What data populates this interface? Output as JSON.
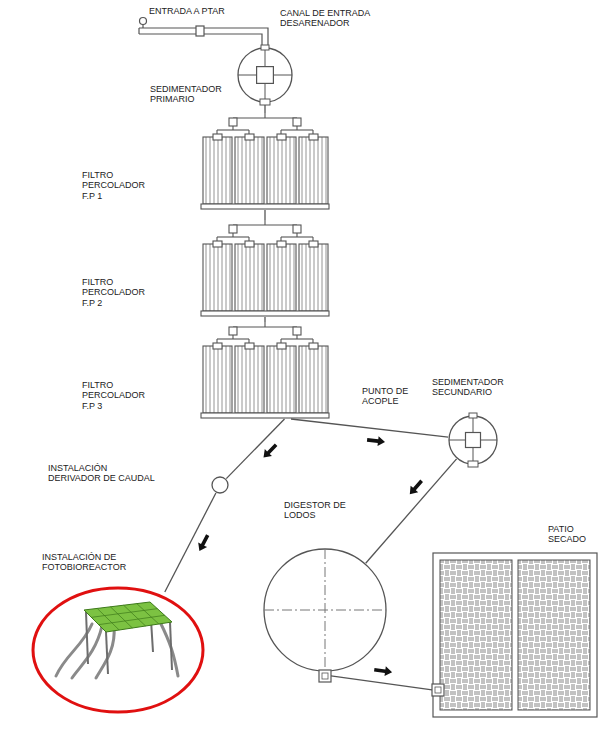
{
  "diagram": {
    "nodes": [
      {
        "text": [
          "SEDIMENTADOR PRIMARIO"
        ]
      },
      {
        "text": [
          "FILTRO PERCOLADOR F.P 1"
        ]
      },
      {
        "text": [
          "FILTRO PERCOLADOR F.P 2"
        ]
      },
      {
        "text": [
          "FILTRO PERCOLADOR F.P 3"
        ]
      },
      {
        "text": [
          "SEDIMENTADOR SECUNDARIO"
        ]
      },
      {
        "text": [
          "INSTALACIÓN DERIVADOR DE CAUDAL"
        ]
      },
      {
        "text": [
          "INSTALACIÓN DE FOTOBIOREACTOR"
        ]
      },
      {
        "text": [
          "DIGESTOR DE LODOS"
        ]
      },
      {
        "text": [
          "PATIO SECADO"
        ]
      }
    ],
    "edges": [
      {
        "from": 0,
        "to": 1,
        "arrow": "none"
      },
      {
        "from": 1,
        "to": 2,
        "arrow": "none"
      },
      {
        "from": 2,
        "to": 3,
        "arrow": "none"
      },
      {
        "from": 3,
        "to": 4,
        "arrow": "to"
      },
      {
        "from": 3,
        "to": 5,
        "arrow": "to"
      },
      {
        "from": 5,
        "to": 6,
        "arrow": "to"
      },
      {
        "from": 4,
        "to": 7,
        "arrow": "to"
      },
      {
        "from": 7,
        "to": 8,
        "arrow": "to"
      }
    ],
    "labels": [
      "ENTRADA A PTAR",
      "CANAL DE ENTRADA DESARENADOR",
      "PUNTO DE ACOPLE"
    ]
  }
}
